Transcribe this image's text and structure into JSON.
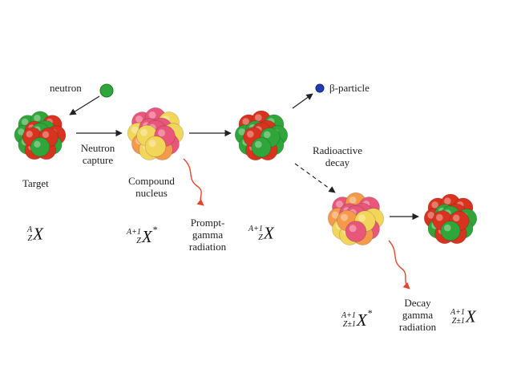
{
  "labels": {
    "neutron": "neutron",
    "beta_particle": "β-particle",
    "neutron_capture": [
      "Neutron",
      "capture"
    ],
    "radioactive_decay": [
      "Radioactive",
      "decay"
    ],
    "target": "Target",
    "compound_nucleus": [
      "Compound",
      "nucleus"
    ],
    "prompt_gamma": [
      "Prompt-",
      "gamma",
      "radiation"
    ],
    "decay_gamma": [
      "Decay",
      "gamma",
      "radiation"
    ]
  },
  "nuclides": {
    "target": {
      "mass": "A",
      "charge": "Z",
      "symbol": "X",
      "star": ""
    },
    "compound": {
      "mass": "A+1",
      "charge": "Z",
      "symbol": "X",
      "star": "*"
    },
    "product": {
      "mass": "A+1",
      "charge": "Z",
      "symbol": "X",
      "star": ""
    },
    "decay_excited": {
      "mass": "A+1",
      "charge": "Z±1",
      "symbol": "X",
      "star": "*"
    },
    "decay_final": {
      "mass": "A+1",
      "charge": "Z±1",
      "symbol": "X",
      "star": ""
    }
  },
  "colors": {
    "ground_nucleus": [
      "#2fa53a",
      "#d8331f"
    ],
    "excited_nucleus": [
      "#f2d65a",
      "#e8567a",
      "#f49a4a"
    ],
    "neutron": "#2fa53a",
    "beta_particle": "#1f3fb0",
    "gamma_ray": "#e8432a",
    "arrow": "#222222"
  }
}
